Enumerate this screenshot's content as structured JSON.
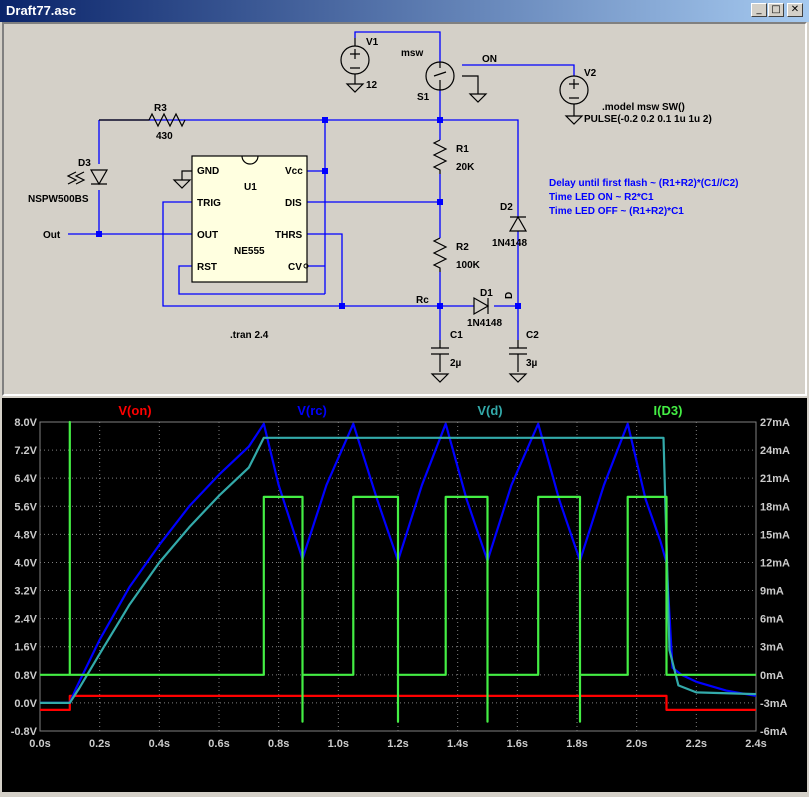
{
  "window": {
    "title": "Draft77.asc",
    "buttons": {
      "minimize": "_",
      "maximize": "□",
      "close": "✕"
    }
  },
  "schematic": {
    "components": {
      "v1": {
        "name": "V1",
        "value": "12"
      },
      "v2": {
        "name": "V2"
      },
      "switch": {
        "model": "msw",
        "name": "S1",
        "net": "ON"
      },
      "r3": {
        "name": "R3",
        "value": "430"
      },
      "d3": {
        "name": "D3",
        "value": "NSPW500BS"
      },
      "u1": {
        "name": "U1",
        "value": "NE555",
        "pins": {
          "gnd": "GND",
          "trig": "TRIG",
          "out": "OUT",
          "rst": "RST",
          "vcc": "Vcc",
          "dis": "DIS",
          "thrs": "THRS",
          "cv": "CV"
        }
      },
      "r1": {
        "name": "R1",
        "value": "20K"
      },
      "r2": {
        "name": "R2",
        "value": "100K"
      },
      "d1": {
        "name": "D1",
        "value": "1N4148"
      },
      "d2": {
        "name": "D2",
        "value": "1N4148"
      },
      "c1": {
        "name": "C1",
        "value": "2µ"
      },
      "c2": {
        "name": "C2",
        "value": "3µ"
      }
    },
    "nets": {
      "out": "Out",
      "rc": "Rc",
      "d": "D"
    },
    "directives": {
      "model_line1": ".model msw SW()",
      "model_line2": "PULSE(-0.2 0.2 0.1 1u 1u 2)",
      "tran": ".tran 2.4"
    },
    "notes": [
      "Delay until first flash ~  (R1+R2)*(C1//C2)",
      "Time LED ON  ~ R2*C1",
      "Time LED OFF ~ (R1+R2)*C1"
    ],
    "colors": {
      "wire": "#0000ff",
      "body": "#000000",
      "note": "#0000ff",
      "ic_fill": "#ffffe0"
    }
  },
  "chart_data": {
    "type": "line",
    "series": [
      {
        "name": "V(on)",
        "color": "#ff0000",
        "axis": "left",
        "points": [
          [
            0,
            -0.2
          ],
          [
            0.1,
            -0.2
          ],
          [
            0.1,
            0.2
          ],
          [
            2.1,
            0.2
          ],
          [
            2.1,
            -0.2
          ],
          [
            2.4,
            -0.2
          ]
        ]
      },
      {
        "name": "V(rc)",
        "color": "#0000ff",
        "axis": "left",
        "points": [
          [
            0,
            0
          ],
          [
            0.1,
            0
          ],
          [
            0.12,
            0.4
          ],
          [
            0.2,
            1.8
          ],
          [
            0.3,
            3.3
          ],
          [
            0.4,
            4.5
          ],
          [
            0.5,
            5.6
          ],
          [
            0.6,
            6.5
          ],
          [
            0.7,
            7.3
          ],
          [
            0.75,
            7.95
          ],
          [
            0.8,
            6.2
          ],
          [
            0.88,
            4.1
          ],
          [
            0.96,
            6.2
          ],
          [
            1.05,
            7.95
          ],
          [
            1.13,
            5.8
          ],
          [
            1.2,
            4.05
          ],
          [
            1.28,
            6.2
          ],
          [
            1.36,
            7.95
          ],
          [
            1.43,
            5.8
          ],
          [
            1.5,
            4.05
          ],
          [
            1.58,
            6.2
          ],
          [
            1.67,
            7.95
          ],
          [
            1.74,
            5.8
          ],
          [
            1.81,
            4.05
          ],
          [
            1.89,
            6.2
          ],
          [
            1.97,
            7.95
          ],
          [
            2.03,
            5.8
          ],
          [
            2.08,
            4.6
          ],
          [
            2.1,
            4.0
          ],
          [
            2.12,
            1.0
          ],
          [
            2.15,
            0.8
          ],
          [
            2.2,
            0.6
          ],
          [
            2.3,
            0.35
          ],
          [
            2.4,
            0.2
          ]
        ]
      },
      {
        "name": "V(d)",
        "color": "#33aaaa",
        "axis": "left",
        "points": [
          [
            0,
            0
          ],
          [
            0.1,
            0
          ],
          [
            0.13,
            0.4
          ],
          [
            0.2,
            1.4
          ],
          [
            0.3,
            2.8
          ],
          [
            0.4,
            4.0
          ],
          [
            0.5,
            5.0
          ],
          [
            0.6,
            5.9
          ],
          [
            0.7,
            6.7
          ],
          [
            0.75,
            7.55
          ],
          [
            1.0,
            7.55
          ],
          [
            1.5,
            7.55
          ],
          [
            2.0,
            7.55
          ],
          [
            2.09,
            7.55
          ],
          [
            2.11,
            1.5
          ],
          [
            2.14,
            0.5
          ],
          [
            2.2,
            0.3
          ],
          [
            2.4,
            0.25
          ]
        ]
      },
      {
        "name": "I(D3)",
        "color": "#44ee44",
        "axis": "right",
        "points": [
          [
            0,
            0
          ],
          [
            0.1,
            0
          ],
          [
            0.1,
            27
          ],
          [
            0.1,
            0
          ],
          [
            0.75,
            0
          ],
          [
            0.75,
            19
          ],
          [
            0.88,
            19
          ],
          [
            0.88,
            -5
          ],
          [
            0.88,
            0
          ],
          [
            1.05,
            0
          ],
          [
            1.05,
            19
          ],
          [
            1.2,
            19
          ],
          [
            1.2,
            -5
          ],
          [
            1.2,
            0
          ],
          [
            1.36,
            0
          ],
          [
            1.36,
            19
          ],
          [
            1.5,
            19
          ],
          [
            1.5,
            -5
          ],
          [
            1.5,
            0
          ],
          [
            1.67,
            0
          ],
          [
            1.67,
            19
          ],
          [
            1.81,
            19
          ],
          [
            1.81,
            -5
          ],
          [
            1.81,
            0
          ],
          [
            1.97,
            0
          ],
          [
            1.97,
            19
          ],
          [
            2.1,
            19
          ],
          [
            2.1,
            0
          ],
          [
            2.4,
            0
          ]
        ]
      }
    ],
    "x_ticks": [
      "0.0s",
      "0.2s",
      "0.4s",
      "0.6s",
      "0.8s",
      "1.0s",
      "1.2s",
      "1.4s",
      "1.6s",
      "1.8s",
      "2.0s",
      "2.2s",
      "2.4s"
    ],
    "y_ticks_left": [
      "-0.8V",
      "0.0V",
      "0.8V",
      "1.6V",
      "2.4V",
      "3.2V",
      "4.0V",
      "4.8V",
      "5.6V",
      "6.4V",
      "7.2V",
      "8.0V"
    ],
    "y_ticks_right": [
      "-6mA",
      "-3mA",
      "0mA",
      "3mA",
      "6mA",
      "9mA",
      "12mA",
      "15mA",
      "18mA",
      "21mA",
      "24mA",
      "27mA"
    ],
    "xlim": [
      0,
      2.4
    ],
    "ylim_left": [
      -0.8,
      8.0
    ],
    "ylim_right": [
      -6,
      27
    ],
    "grid": true,
    "legend": "top",
    "colors": {
      "background": "#000000",
      "grid": "#808080",
      "tick_text": "#cccccc"
    }
  }
}
